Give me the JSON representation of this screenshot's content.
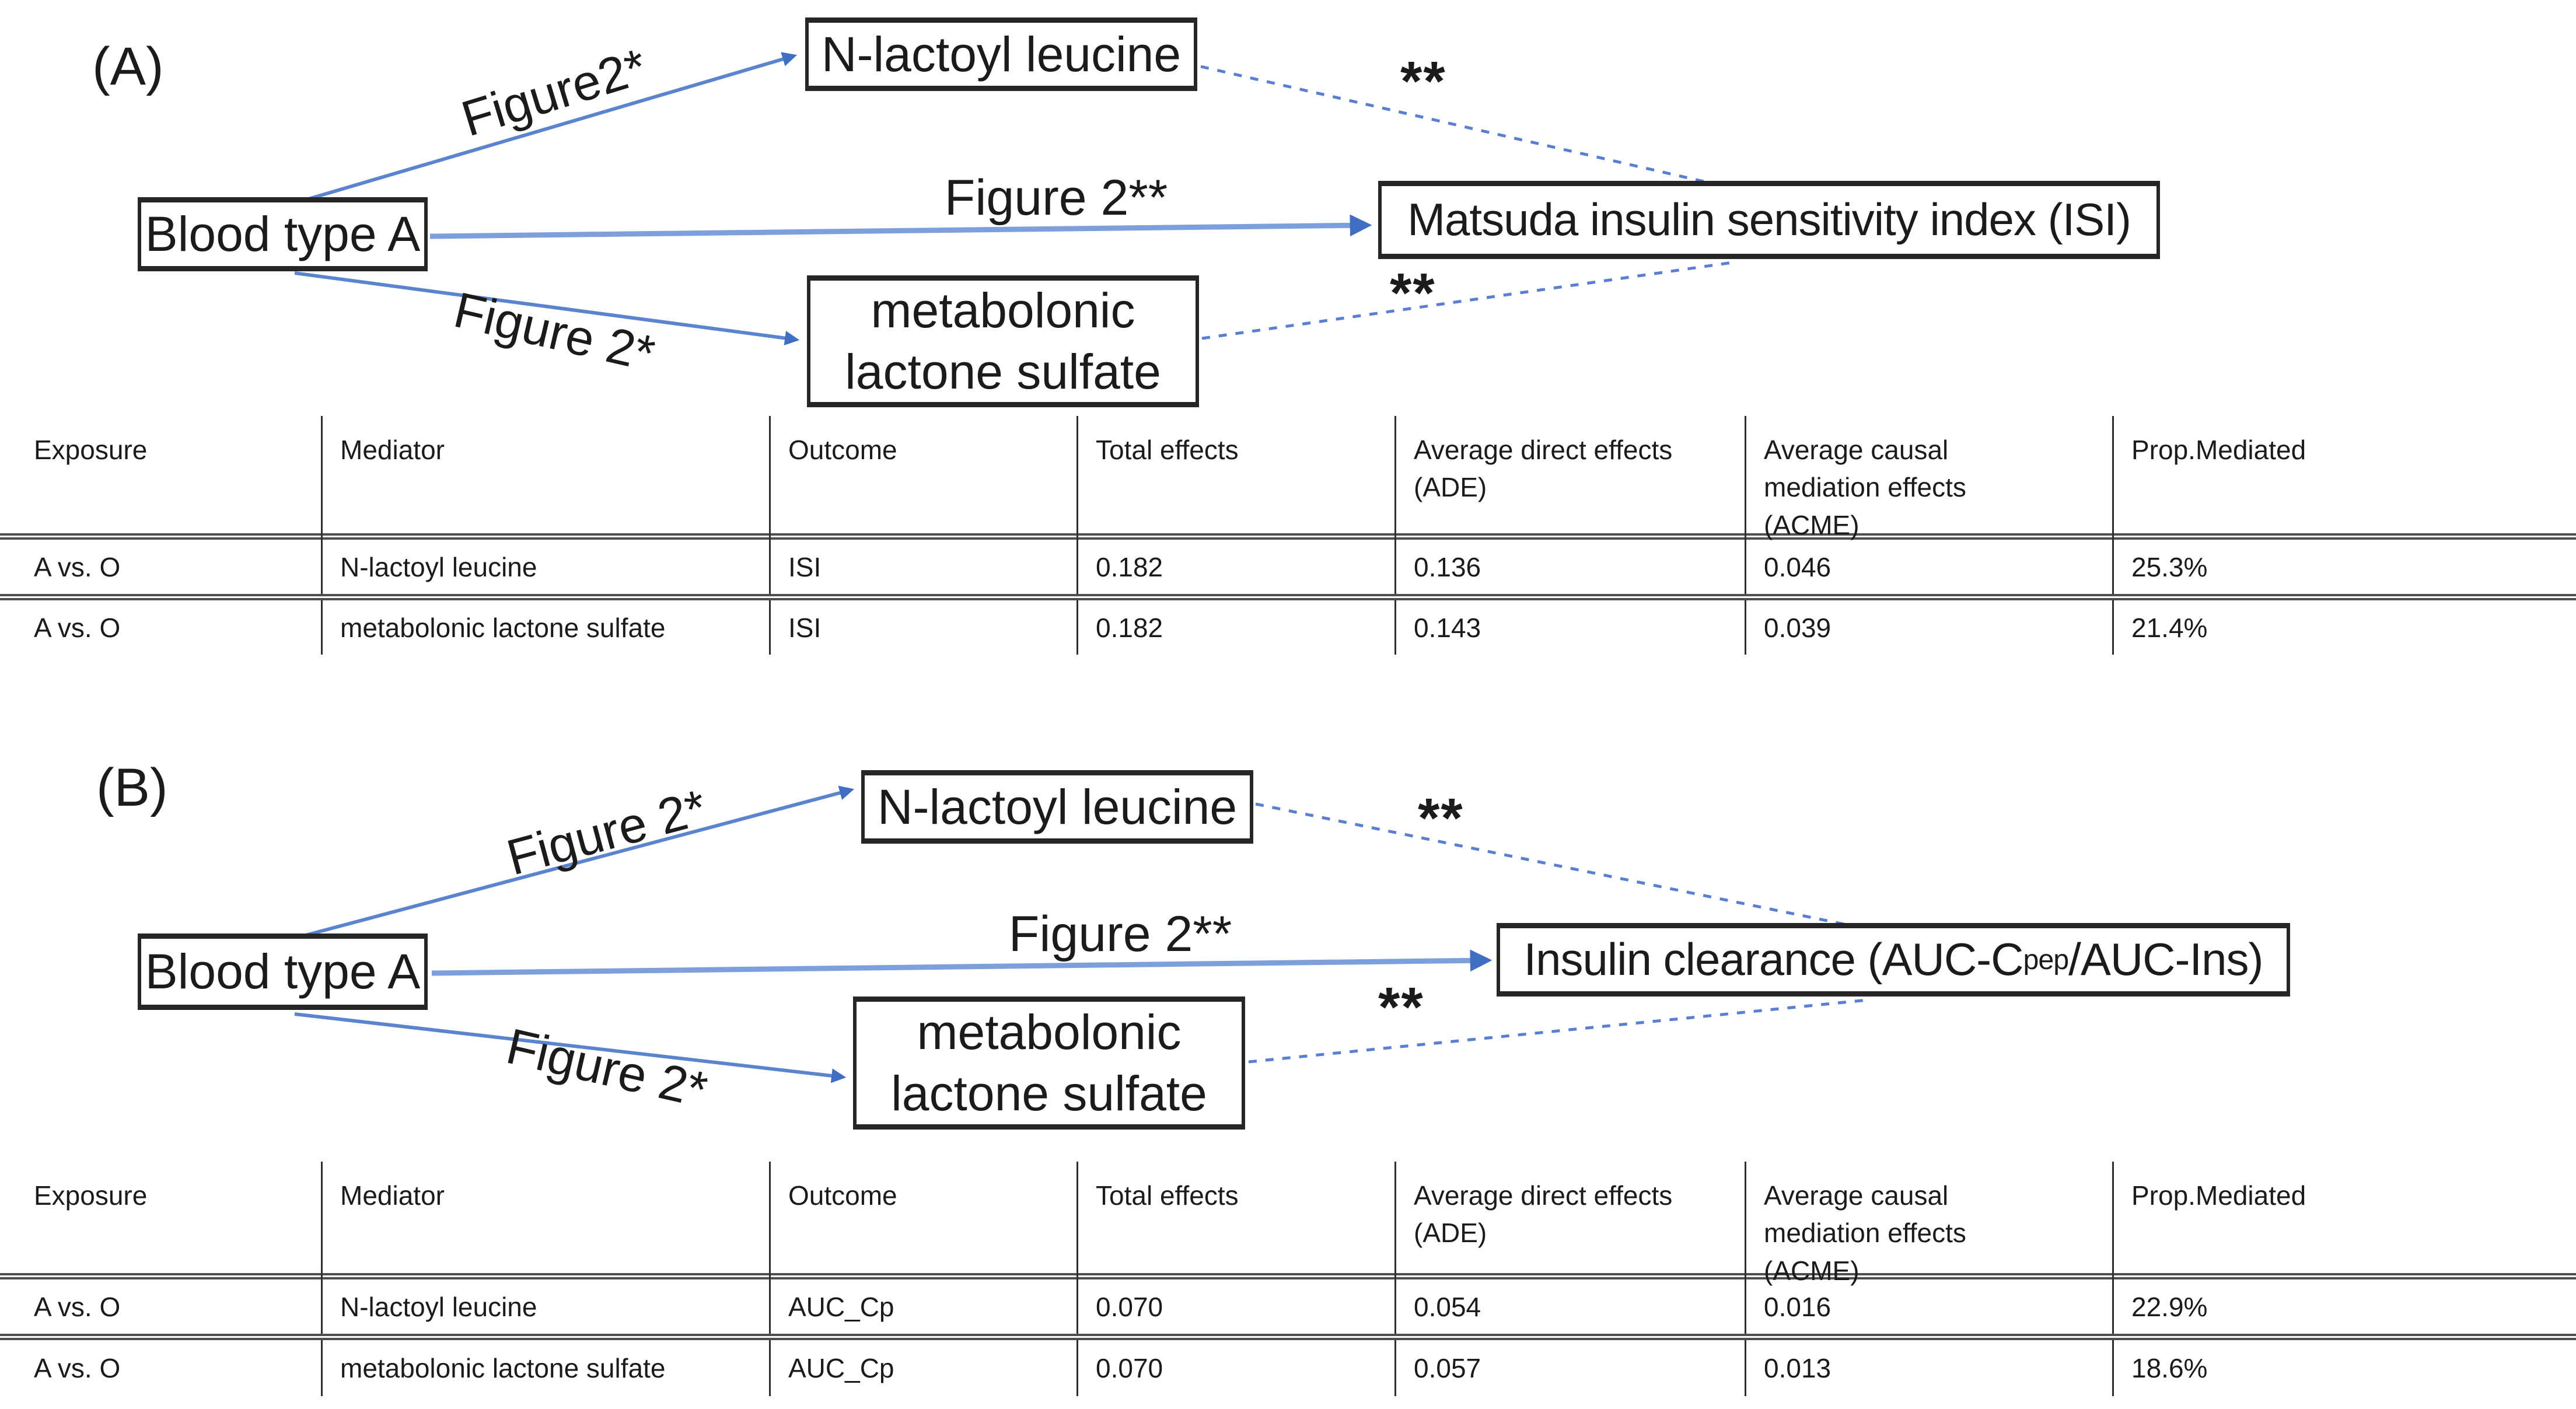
{
  "colors": {
    "arrow_blue": "#4472c4",
    "dash_blue": "#5b7fd0",
    "thick_line_gray": "#4f4f4f",
    "vline_gray": "#2e2e2e",
    "box_border": "#262626",
    "text": "#1b1b1b"
  },
  "panel_a": {
    "label": "(A)",
    "boxes": {
      "exposure": "Blood type A",
      "mediator_top": "N-lactoyl leucine",
      "mediator_bottom": "metabolonic lactone sulfate",
      "outcome": "Matsuda insulin sensitivity index (ISI)"
    },
    "arrow_labels": {
      "top": "Figure2*",
      "middle": "Figure 2**",
      "bottom": "Figure 2*",
      "dash_top": "**",
      "dash_bottom": "**"
    },
    "table": {
      "headers": [
        "Exposure",
        "Mediator",
        "Outcome",
        "Total effects",
        "Average direct effects\n(ADE)",
        "Average causal\nmediation effects\n(ACME)",
        "Prop.Mediated"
      ],
      "rows": [
        [
          "A vs. O",
          "N-lactoyl leucine",
          "ISI",
          "0.182",
          "0.136",
          "0.046",
          "25.3%"
        ],
        [
          "A vs. O",
          "metabolonic lactone sulfate",
          "ISI",
          "0.182",
          "0.143",
          "0.039",
          "21.4%"
        ]
      ]
    }
  },
  "panel_b": {
    "label": "(B)",
    "boxes": {
      "exposure": "Blood type A",
      "mediator_top": "N-lactoyl leucine",
      "mediator_bottom": "metabolonic lactone sulfate",
      "outcome_prefix": "Insulin clearance (AUC-C",
      "outcome_sub": "pep",
      "outcome_suffix": "/AUC-Ins)"
    },
    "arrow_labels": {
      "top": "Figure 2*",
      "middle": "Figure 2**",
      "bottom": "Figure 2*",
      "dash_top": "**",
      "dash_bottom": "**"
    },
    "table": {
      "headers": [
        "Exposure",
        "Mediator",
        "Outcome",
        "Total effects",
        "Average direct effects\n(ADE)",
        "Average causal\nmediation effects\n(ACME)",
        "Prop.Mediated"
      ],
      "rows": [
        [
          "A vs. O",
          "N-lactoyl leucine",
          "AUC_Cp",
          "0.070",
          "0.054",
          "0.016",
          "22.9%"
        ],
        [
          "A vs. O",
          "metabolonic lactone sulfate",
          "AUC_Cp",
          "0.070",
          "0.057",
          "0.013",
          "18.6%"
        ]
      ]
    }
  }
}
